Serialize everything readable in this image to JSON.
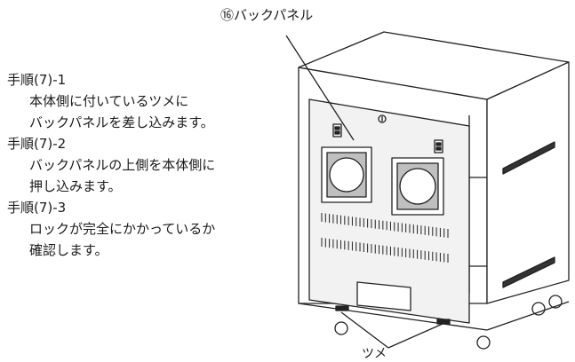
{
  "callout_label": "⑯バックパネル",
  "tsume_label": "ツメ",
  "steps": [
    {
      "head": "手順(7)-1",
      "lines": [
        "本体側に付いているツメに",
        "バックパネルを差し込みます。"
      ]
    },
    {
      "head": "手順(7)-2",
      "lines": [
        "バックパネルの上側を本体側に",
        "押し込みます。"
      ]
    },
    {
      "head": "手順(7)-3",
      "lines": [
        "ロックが完全にかかっているか",
        "確認します。"
      ]
    }
  ]
}
